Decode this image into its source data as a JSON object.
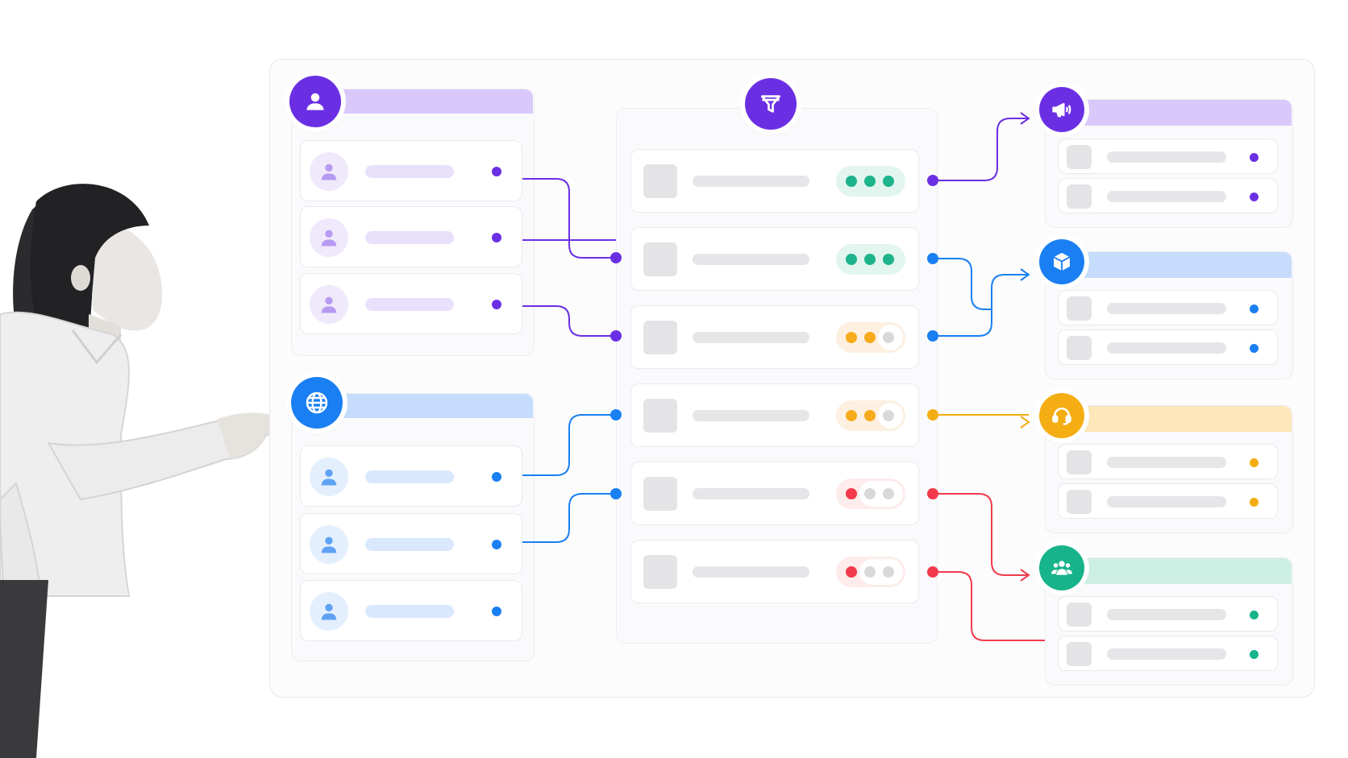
{
  "colors": {
    "purple": "#6b2fe3",
    "blue": "#1a7ff2",
    "orange": "#f4ad12",
    "red": "#f23a4c",
    "green": "#17b38a",
    "purple_light": "#d9c9fb",
    "blue_light": "#c6dcfd",
    "orange_light": "#fde6b7",
    "green_light": "#cdeee3",
    "teal": "#1db38b",
    "teal_bg": "#e3f5ef",
    "amber": "#f6ab1c",
    "amber_bg": "#fdf0e1",
    "red_bg": "#fdeceb"
  },
  "icons": {
    "left_top": "user-icon",
    "left_bottom": "globe-icon",
    "center": "funnel-icon",
    "right": [
      "megaphone-icon",
      "cube-icon",
      "headset-icon",
      "team-icon"
    ],
    "avatar": "person-avatar-icon"
  },
  "illustration": {
    "person": "woman-pointing-illustration"
  },
  "filter_rows": [
    {
      "status": [
        "filled",
        "filled",
        "filled"
      ],
      "tone": "teal"
    },
    {
      "status": [
        "filled",
        "filled",
        "filled"
      ],
      "tone": "teal"
    },
    {
      "status": [
        "filled",
        "filled",
        "empty"
      ],
      "tone": "amber"
    },
    {
      "status": [
        "filled",
        "filled",
        "empty"
      ],
      "tone": "amber"
    },
    {
      "status": [
        "filled",
        "empty",
        "empty"
      ],
      "tone": "red"
    },
    {
      "status": [
        "filled",
        "empty",
        "empty"
      ],
      "tone": "red"
    }
  ]
}
